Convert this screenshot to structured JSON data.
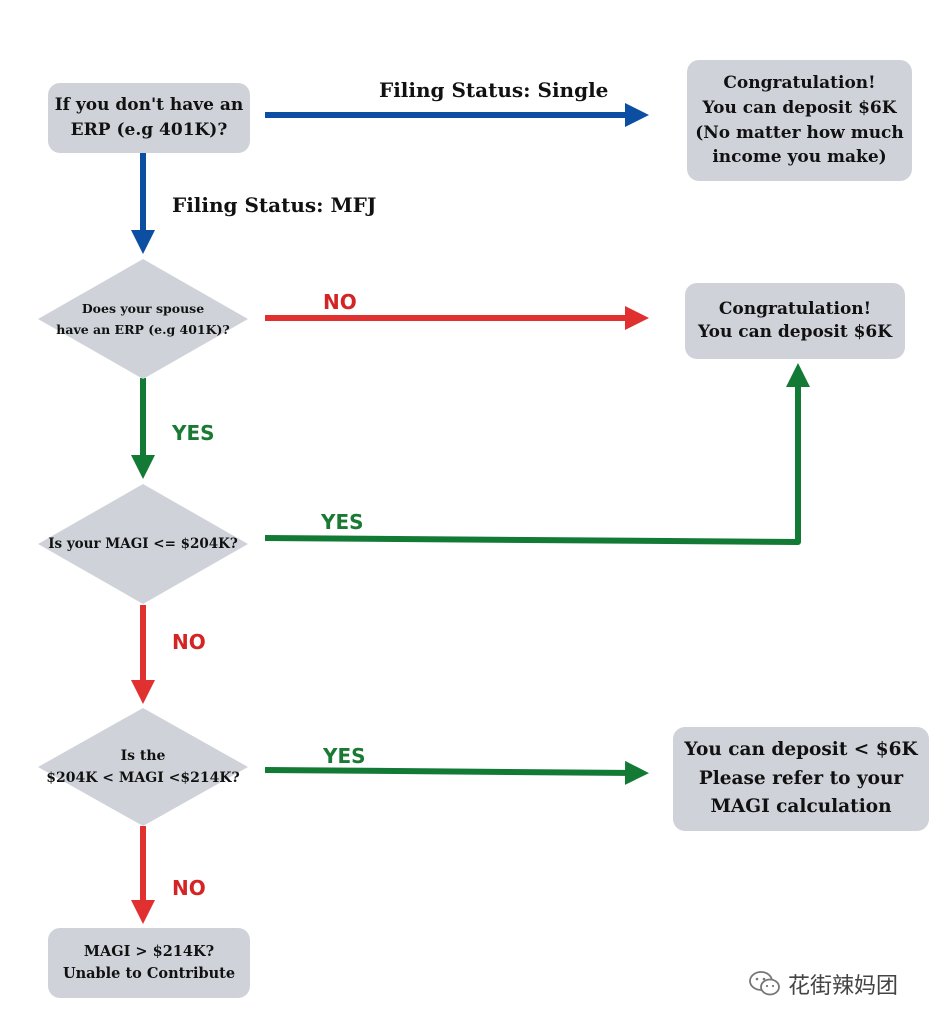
{
  "colors": {
    "box_fill": "#cfd3d9",
    "blue": "#0b4ea2",
    "red": "#e03030",
    "green": "#127a34"
  },
  "nodes": {
    "start": [
      "If you don't have an",
      "ERP (e.g 401K)?"
    ],
    "result_single": [
      "Congratulation!",
      "You can deposit $6K",
      "(No matter how much",
      "income you make)"
    ],
    "spouse_question": [
      "Does your spouse",
      "have an ERP (e.g 401K)?"
    ],
    "result_full": [
      "Congratulation!",
      "You can deposit $6K"
    ],
    "magi_question": [
      "Is your MAGI <= $204K?"
    ],
    "range_question": [
      "Is the",
      "$204K < MAGI <$214K?"
    ],
    "result_partial": [
      "You can deposit < $6K",
      "Please refer to your",
      "MAGI calculation"
    ],
    "result_none": [
      "MAGI > $214K?",
      "Unable to Contribute"
    ]
  },
  "edge_labels": {
    "single": "Filing Status: Single",
    "mfj": "Filing Status: MFJ",
    "spouse_no": "NO",
    "spouse_yes": "YES",
    "magi_yes": "YES",
    "magi_no": "NO",
    "range_yes": "YES",
    "range_no": "NO"
  },
  "watermark": "花街辣妈团",
  "icons": {
    "watermark": "wechat-icon"
  }
}
